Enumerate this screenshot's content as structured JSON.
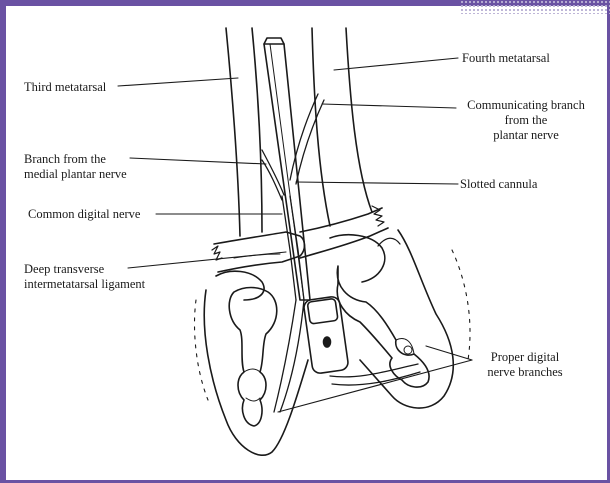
{
  "labels": {
    "third_metatarsal": "Third metatarsal",
    "fourth_metatarsal": "Fourth metatarsal",
    "communicating_branch": [
      "Communicating branch",
      "from the",
      "plantar nerve"
    ],
    "branch_medial": [
      "Branch from the",
      "medial plantar nerve"
    ],
    "slotted_cannula": "Slotted cannula",
    "common_digital_nerve": "Common digital nerve",
    "deep_transverse": [
      "Deep transverse",
      "intermetatarsal ligament"
    ],
    "proper_digital": [
      "Proper digital",
      "nerve branches"
    ]
  },
  "colors": {
    "frame": "#6a52a3",
    "ink": "#1a1a1a"
  }
}
